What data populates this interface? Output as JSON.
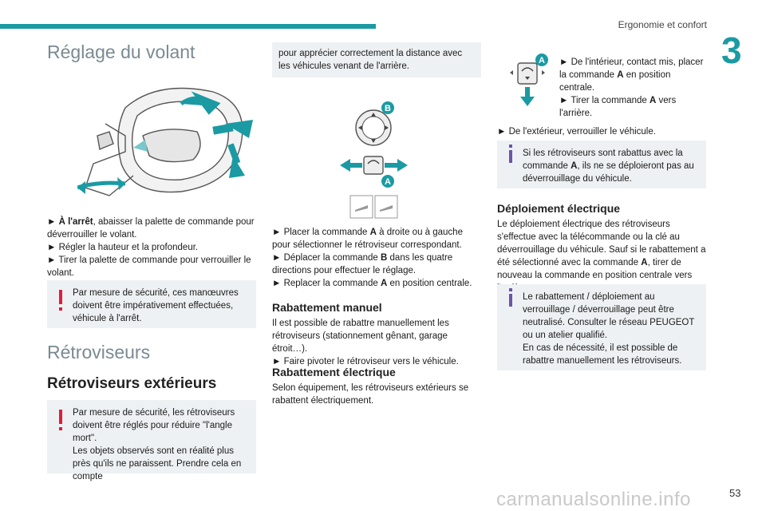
{
  "header": {
    "section": "Ergonomie et confort",
    "chapter": "3"
  },
  "col1": {
    "title_volant": "Réglage du volant",
    "volant_steps": [
      {
        "bold": "À l'arrêt",
        "text": ", abaisser la palette de commande pour déverrouiller le volant."
      },
      {
        "bold": "",
        "text": "Régler la hauteur et la profondeur."
      },
      {
        "bold": "",
        "text": "Tirer la palette de commande pour verrouiller le volant."
      }
    ],
    "warn_volant": "Par mesure de sécurité, ces manœuvres doivent être impérativement effectuées, véhicule à l'arrêt.",
    "title_retro": "Rétroviseurs",
    "subtitle_ext": "Rétroviseurs extérieurs",
    "warn_retro_1": "Par mesure de sécurité, les rétroviseurs doivent être réglés pour réduire \"l'angle mort\".",
    "warn_retro_2": "Les objets observés sont en réalité plus près qu'ils ne paraissent. Prendre cela en compte"
  },
  "col2": {
    "box_cont": "pour apprécier correctement la distance avec les véhicules venant de l'arrière.",
    "label_a": "A",
    "label_b": "B",
    "steps": [
      {
        "text1": "Placer la commande ",
        "bold": "A",
        "text2": " à droite ou à gauche pour sélectionner le rétroviseur correspondant."
      },
      {
        "text1": "Déplacer la commande ",
        "bold": "B",
        "text2": " dans les quatre directions pour effectuer le réglage."
      },
      {
        "text1": "Replacer la commande ",
        "bold": "A",
        "text2": " en position centrale."
      }
    ],
    "h_manuel": "Rabattement manuel",
    "manuel_text": "Il est possible de rabattre manuellement les rétroviseurs (stationnement gênant, garage étroit…).",
    "manuel_step": "Faire pivoter le rétroviseur vers le véhicule.",
    "h_electrique": "Rabattement électrique",
    "electrique_text": "Selon équipement, les rétroviseurs extérieurs se rabattent électriquement."
  },
  "col3": {
    "label_a": "A",
    "steps_a": [
      {
        "text1": "De l'intérieur, contact mis, placer la commande ",
        "bold": "A",
        "text2": " en position centrale."
      },
      {
        "text1": "Tirer la commande ",
        "bold": "A",
        "text2": " vers l'arrière."
      }
    ],
    "step_ext": "De l'extérieur, verrouiller le véhicule.",
    "info1_t1": "Si les rétroviseurs sont rabattus avec la commande ",
    "info1_bold": "A",
    "info1_t2": ", ils ne se déploieront pas au déverrouillage du véhicule.",
    "h_deploiement": "Déploiement électrique",
    "deploiement_t1": "Le déploiement électrique des rétroviseurs s'effectue avec la télécommande ou la clé au déverrouillage du véhicule. Sauf si le rabattement a été sélectionné avec la commande ",
    "deploiement_bold": "A",
    "deploiement_t2": ", tirer de nouveau la commande en position centrale vers l'arrière.",
    "info2_a": "Le rabattement / déploiement au verrouillage / déverrouillage peut être neutralisé. Consulter le réseau PEUGEOT ou un atelier qualifié.",
    "info2_b": "En cas de nécessité, il est possible de rabattre manuellement les rétroviseurs."
  },
  "footer": {
    "watermark": "carmanualsonline.info",
    "page": "53"
  },
  "colors": {
    "accent": "#1b9aa3",
    "warning": "#e31b3b",
    "info": "#6a55a8",
    "box_bg": "#eef1f3"
  },
  "icons": [
    "steering-wheel-illustration",
    "mirror-control-illustration",
    "mirror-fold-illustration"
  ]
}
